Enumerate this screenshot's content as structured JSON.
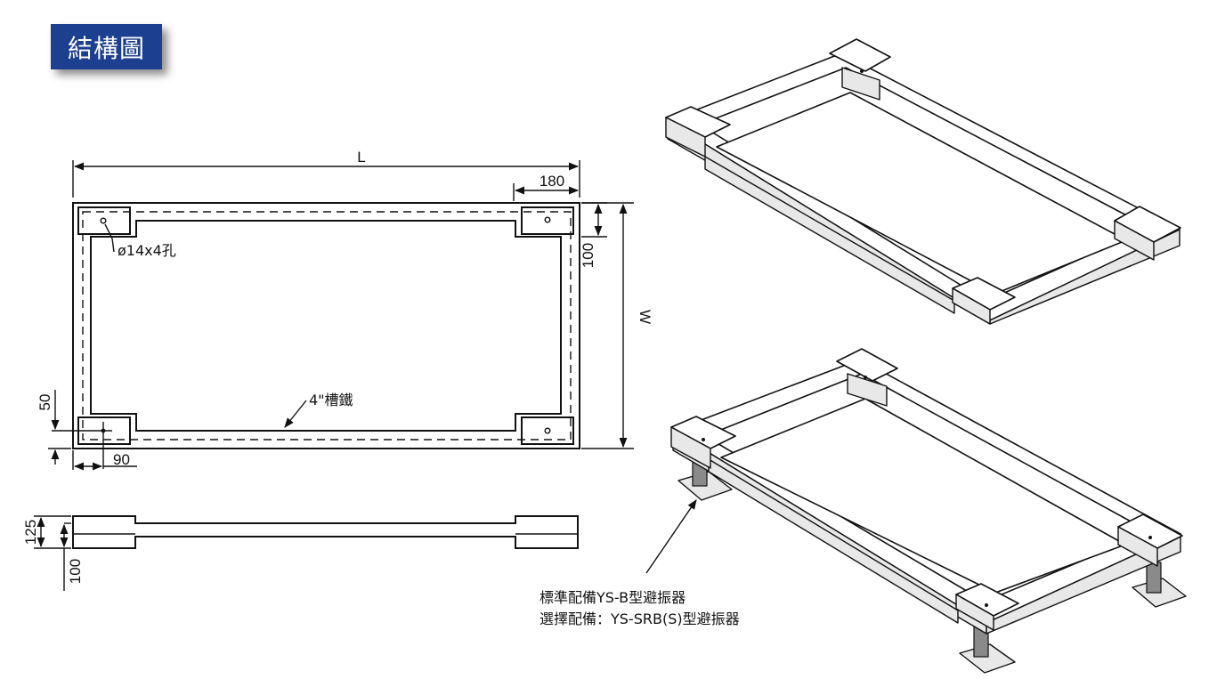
{
  "title": "結構圖",
  "plan_view": {
    "length_label": "L",
    "width_label": "W",
    "dim_180": "180",
    "dim_100": "100",
    "dim_50": "50",
    "dim_90": "90",
    "hole_label": "ø14x4孔",
    "channel_label": "4\"槽鐵"
  },
  "side_view": {
    "dim_125": "125",
    "dim_100": "100"
  },
  "iso_view": {
    "standard_line": "標準配備YS-B型避振器",
    "optional_line": "選擇配備：YS-SRB(S)型避振器"
  }
}
